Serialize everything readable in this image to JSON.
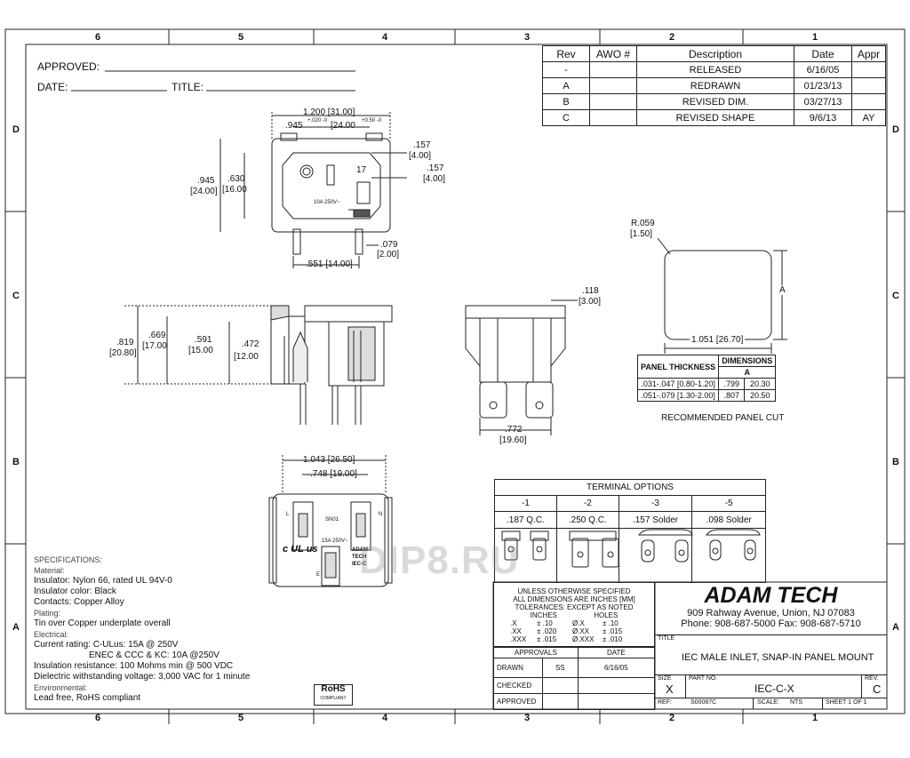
{
  "zones": {
    "top": [
      "6",
      "5",
      "4",
      "3",
      "2",
      "1"
    ],
    "side": [
      "D",
      "C",
      "B",
      "A"
    ]
  },
  "header": {
    "approved_label": "APPROVED:",
    "date_label": "DATE:",
    "title_label": "TITLE:"
  },
  "revisions": {
    "columns": [
      "Rev",
      "AWO #",
      "Description",
      "Date",
      "Appr"
    ],
    "rows": [
      {
        "rev": "-",
        "awo": "",
        "desc": "RELEASED",
        "date": "6/16/05",
        "appr": ""
      },
      {
        "rev": "A",
        "awo": "",
        "desc": "REDRAWN",
        "date": "01/23/13",
        "appr": ""
      },
      {
        "rev": "B",
        "awo": "",
        "desc": "REVISED DIM.",
        "date": "03/27/13",
        "appr": ""
      },
      {
        "rev": "C",
        "awo": "",
        "desc": "REVISED SHAPE",
        "date": "9/6/13",
        "appr": "AY"
      }
    ]
  },
  "dims": {
    "w1200": "1.200 [31.00]",
    "w945": ".945",
    "w945tol": "+.020 -0",
    "w945mm": "[24.00",
    "w945mmtol": "+0.50 -0",
    "h157a": ".157",
    "h157a_mm": "[4.00]",
    "h157b": ".157",
    "h157b_mm": "[4.00]",
    "h945": ".945",
    "h945mm": "[24.00]",
    "h630": ".630",
    "h630mm": "[16.00",
    "rating": "10A 250V~",
    "d079": ".079",
    "d079mm": "[2.00]",
    "d551": ".551 [14.00]",
    "d118": ".118",
    "d118mm": "[3.00]",
    "d819": ".819",
    "d819mm": "[20.80]",
    "d669": ".669",
    "d669mm": "[17.00",
    "d591": ".591",
    "d591mm": "[15.00",
    "d472": ".472",
    "d472mm": "[12.00",
    "d772": ".772",
    "d772mm": "[19.60]",
    "r059": "R.059",
    "r059mm": "[1.50]",
    "d1051": "1.051 [26.70]",
    "dimA": "A",
    "d1043": "1.043 [26.50]",
    "d748": ".748 [19.00]",
    "mark17": "17"
  },
  "panel_cut": {
    "col1": "PANEL THICKNESS",
    "col2": "DIMENSIONS",
    "sub": "A",
    "rows": [
      {
        "thick": ".031-.047 [0.80-1.20]",
        "in": ".799",
        "mm": "20.30"
      },
      {
        "thick": ".051-.079 [1.30-2.00]",
        "in": ".807",
        "mm": "20.50"
      }
    ],
    "caption": "RECOMMENDED PANEL CUT"
  },
  "terminal_options": {
    "title": "TERMINAL OPTIONS",
    "codes": [
      "-1",
      "-2",
      "-3",
      "-5"
    ],
    "types": [
      ".187 Q.C.",
      ".250 Q.C.",
      ".157 Solder",
      ".098 Solder"
    ]
  },
  "face_labels": {
    "l": "L",
    "n": "N",
    "e": "E",
    "code": "SN01",
    "brand1": "ADAM",
    "brand2": "TECH",
    "brand3": "IEC-C",
    "rating2": "15A 250V~",
    "ul": "c UL us"
  },
  "specs": {
    "heading": "SPECIFICATIONS:",
    "material": "Material:",
    "insulator": "Insulator: Nylon 66, rated UL 94V-0",
    "insulator_color": "Insulator color: Black",
    "contacts": "Contacts: Copper Alloy",
    "plating": "Plating:",
    "plating_val": "Tin over Copper underplate overall",
    "electrical": "Electrical:",
    "current": "Current rating: C-ULus: 15A @ 250V",
    "current2": "ENEC & CCC & KC: 10A @250V",
    "insulation": "Insulation resistance: 100 Mohms min @ 500 VDC",
    "dielectric": "Dielectric withstanding voltage: 3,000 VAC for 1 minute",
    "environmental": "Environmental:",
    "lead_free": "Lead free, RoHS compliant",
    "rohs1": "RoHS",
    "rohs2": "COMPLIANT"
  },
  "watermark": "DIP8.RU",
  "title_block": {
    "tol1": "UNLESS OTHERWISE SPECIFIED",
    "tol2": "ALL DIMENSIONS ARE INCHES [MM]",
    "tol3": "TOLERANCES: EXCEPT AS NOTED",
    "tol_inches": "INCHES",
    "tol_holes": "HOLES",
    "tol_rows": [
      {
        "a": ".X",
        "b": "± .10",
        "c": "Ø.X",
        "d": "± .10"
      },
      {
        "a": ".XX",
        "b": "± .020",
        "c": "Ø.XX",
        "d": "± .015"
      },
      {
        "a": ".XXX",
        "b": "± .015",
        "c": "Ø.XXX",
        "d": "± .010"
      }
    ],
    "approvals": "APPROVALS",
    "date_hdr": "DATE",
    "drawn": "DRAWN",
    "drawn_by": "SS",
    "drawn_date": "6/16/05",
    "checked": "CHECKED",
    "approved": "APPROVED",
    "company": "ADAM TECH",
    "address": "909 Rahway Avenue, Union, NJ 07083",
    "phone": "Phone: 908-687-5000 Fax: 908-687-5710",
    "title_label": "TITLE",
    "title": "IEC MALE INLET, SNAP-IN PANEL MOUNT",
    "size_label": "SIZE",
    "size": "X",
    "part_label": "PART NO.",
    "part": "IEC-C-X",
    "rev_label": "REV.",
    "rev": "C",
    "ref_label": "REF:",
    "ref": "S00087C",
    "scale_label": "SCALE:",
    "scale": "NTS",
    "sheet": "SHEET 1 OF 1"
  }
}
